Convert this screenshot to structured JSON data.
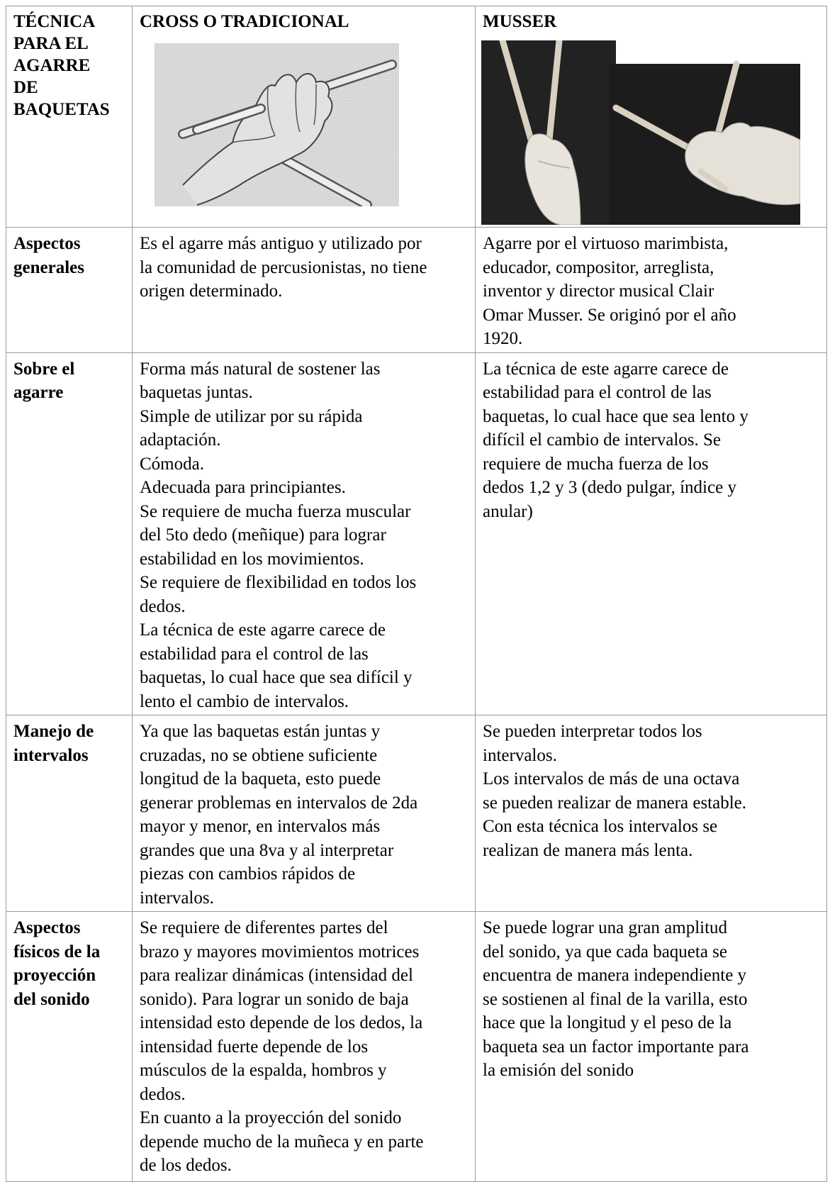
{
  "table": {
    "header": {
      "col1": "TÉCNICA\nPARA EL\nAGARRE\nDE\nBAQUETAS",
      "col2": "CROSS O TRADICIONAL",
      "col3": "MUSSER"
    },
    "images": {
      "cross": "hand-holding-crossed-mallets-drawing",
      "musser": "hands-holding-mallets-musser-grip-photos"
    },
    "rows": [
      {
        "label": "Aspectos\ngenerales",
        "cross": "Es el agarre más antiguo y utilizado por\nla comunidad de percusionistas, no tiene\norigen determinado.",
        "musser": "Agarre por el virtuoso marimbista,\neducador, compositor, arreglista,\ninventor y director musical Clair\nOmar Musser. Se originó por el año\n1920."
      },
      {
        "label": "Sobre el\nagarre",
        "cross": "Forma más natural de sostener las\nbaquetas juntas.\nSimple de utilizar por su rápida\nadaptación.\nCómoda.\nAdecuada para principiantes.\nSe requiere de mucha fuerza muscular\ndel 5to dedo (meñique) para lograr\nestabilidad en los movimientos.\nSe requiere de flexibilidad en todos los\ndedos.\nLa técnica de este agarre carece de\nestabilidad para el control de las\nbaquetas, lo cual hace que sea difícil y\nlento el cambio de intervalos.",
        "musser": "La técnica de este agarre carece de\nestabilidad para el control de las\nbaquetas, lo cual hace que sea lento y\ndifícil el cambio de intervalos. Se\nrequiere de mucha fuerza de los\ndedos 1,2 y 3 (dedo pulgar, índice y\nanular)"
      },
      {
        "label": "Manejo de\nintervalos",
        "cross": "Ya que las baquetas están juntas y\ncruzadas, no se obtiene suficiente\nlongitud de la baqueta, esto puede\ngenerar problemas en intervalos de 2da\nmayor y menor, en intervalos más\ngrandes que una 8va y al interpretar\npiezas con cambios rápidos de\nintervalos.",
        "musser": "Se pueden interpretar todos los\nintervalos.\nLos intervalos de más de una octava\nse pueden realizar de manera estable.\nCon esta técnica los intervalos se\nrealizan de manera más lenta."
      },
      {
        "label": "Aspectos\nfísicos de la\nproyección\ndel sonido",
        "cross": "Se requiere de diferentes partes del\nbrazo y mayores movimientos motrices\npara realizar dinámicas (intensidad del\nsonido). Para lograr un sonido de baja\nintensidad esto depende de los dedos, la\nintensidad fuerte depende de los\nmúsculos de la espalda, hombros y\ndedos.\nEn cuanto a la proyección del sonido\ndepende mucho de la muñeca y en parte\nde los dedos.",
        "musser": "Se puede lograr una gran amplitud\ndel sonido, ya que cada baqueta se\nencuentra de manera independiente y\nse sostienen al final de la varilla, esto\nhace que la longitud y el peso de la\nbaqueta sea un factor importante para\nla emisión del sonido"
      }
    ]
  }
}
